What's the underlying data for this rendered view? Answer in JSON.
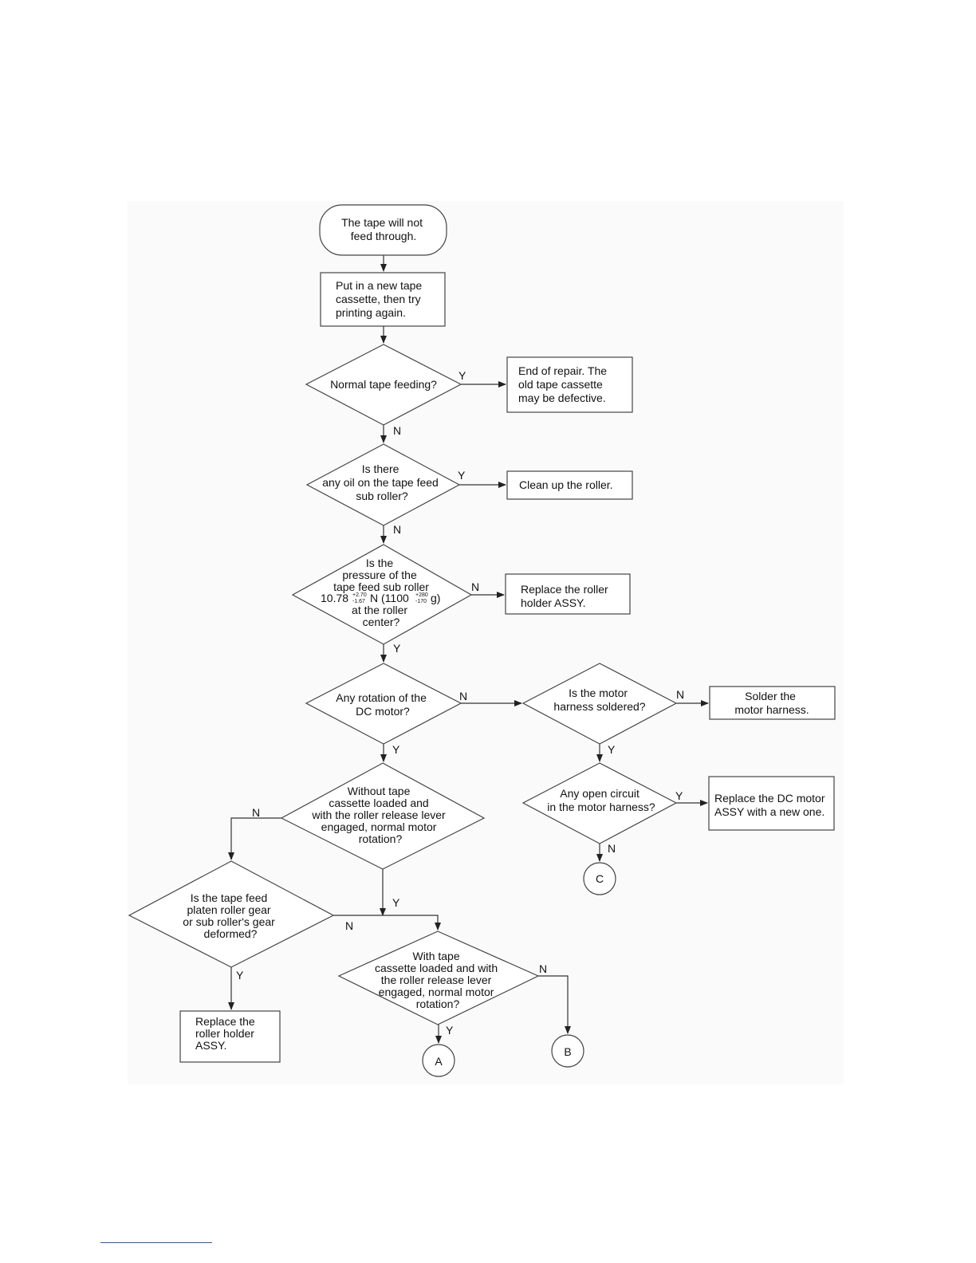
{
  "nodes": {
    "start": {
      "lines": [
        "The tape will not",
        "feed through."
      ]
    },
    "new_cassette": {
      "lines": [
        "Put in a new tape",
        "cassette, then try",
        "printing again."
      ]
    },
    "normal_feeding": {
      "lines": [
        "Normal tape feeding?"
      ]
    },
    "end_repair": {
      "lines": [
        "End of repair.  The",
        "old tape cassette",
        "may be defective."
      ]
    },
    "oil_check": {
      "lines": [
        "Is there",
        "any oil on the tape feed",
        "sub roller?"
      ]
    },
    "clean_roller": {
      "lines": [
        "Clean up the roller."
      ]
    },
    "pressure_check": {
      "lines": [
        "Is the",
        "pressure of the",
        "tape feed sub roller"
      ],
      "formula": {
        "a": "10.78",
        "a_sup": "+2.70",
        "a_sub": "-1.67",
        "b": "N (1100",
        "b_sup": "+280",
        "b_sub": "-170",
        "c": "g)"
      },
      "lines_after": [
        "at the roller",
        "center?"
      ]
    },
    "replace_holder_1": {
      "lines": [
        "Replace the roller",
        "holder ASSY."
      ]
    },
    "dc_rotation": {
      "lines": [
        "Any rotation of the",
        "DC motor?"
      ]
    },
    "harness_soldered": {
      "lines": [
        "Is the motor",
        "harness soldered?"
      ]
    },
    "solder_harness": {
      "lines": [
        "Solder the",
        "motor harness."
      ]
    },
    "open_circuit": {
      "lines": [
        "Any open circuit",
        "in the motor harness?"
      ]
    },
    "replace_dc_motor": {
      "lines": [
        "Replace the DC motor",
        "ASSY with a new one."
      ]
    },
    "without_cassette": {
      "lines": [
        "Without tape",
        "cassette loaded and",
        "with the roller release lever",
        "engaged,  normal motor",
        "rotation?"
      ]
    },
    "gear_deformed": {
      "lines": [
        "Is the tape feed",
        "platen roller gear",
        "or sub roller's gear",
        "deformed?"
      ]
    },
    "with_cassette": {
      "lines": [
        "With tape",
        "cassette loaded and with",
        "the roller release lever",
        "engaged, normal motor",
        "rotation?"
      ]
    },
    "replace_holder_2": {
      "lines": [
        "Replace the",
        "roller holder",
        "ASSY."
      ]
    },
    "conn_a": {
      "label": "A"
    },
    "conn_b": {
      "label": "B"
    },
    "conn_c": {
      "label": "C"
    }
  },
  "edge_labels": {
    "normal_y": "Y",
    "normal_n": "N",
    "oil_y": "Y",
    "oil_n": "N",
    "pressure_n": "N",
    "pressure_y": "Y",
    "dc_n": "N",
    "dc_y": "Y",
    "harness_n": "N",
    "harness_y": "Y",
    "open_y": "Y",
    "open_n": "N",
    "without_n": "N",
    "without_y": "Y",
    "gear_n": "N",
    "gear_y": "Y",
    "with_n": "N",
    "with_y": "Y"
  }
}
